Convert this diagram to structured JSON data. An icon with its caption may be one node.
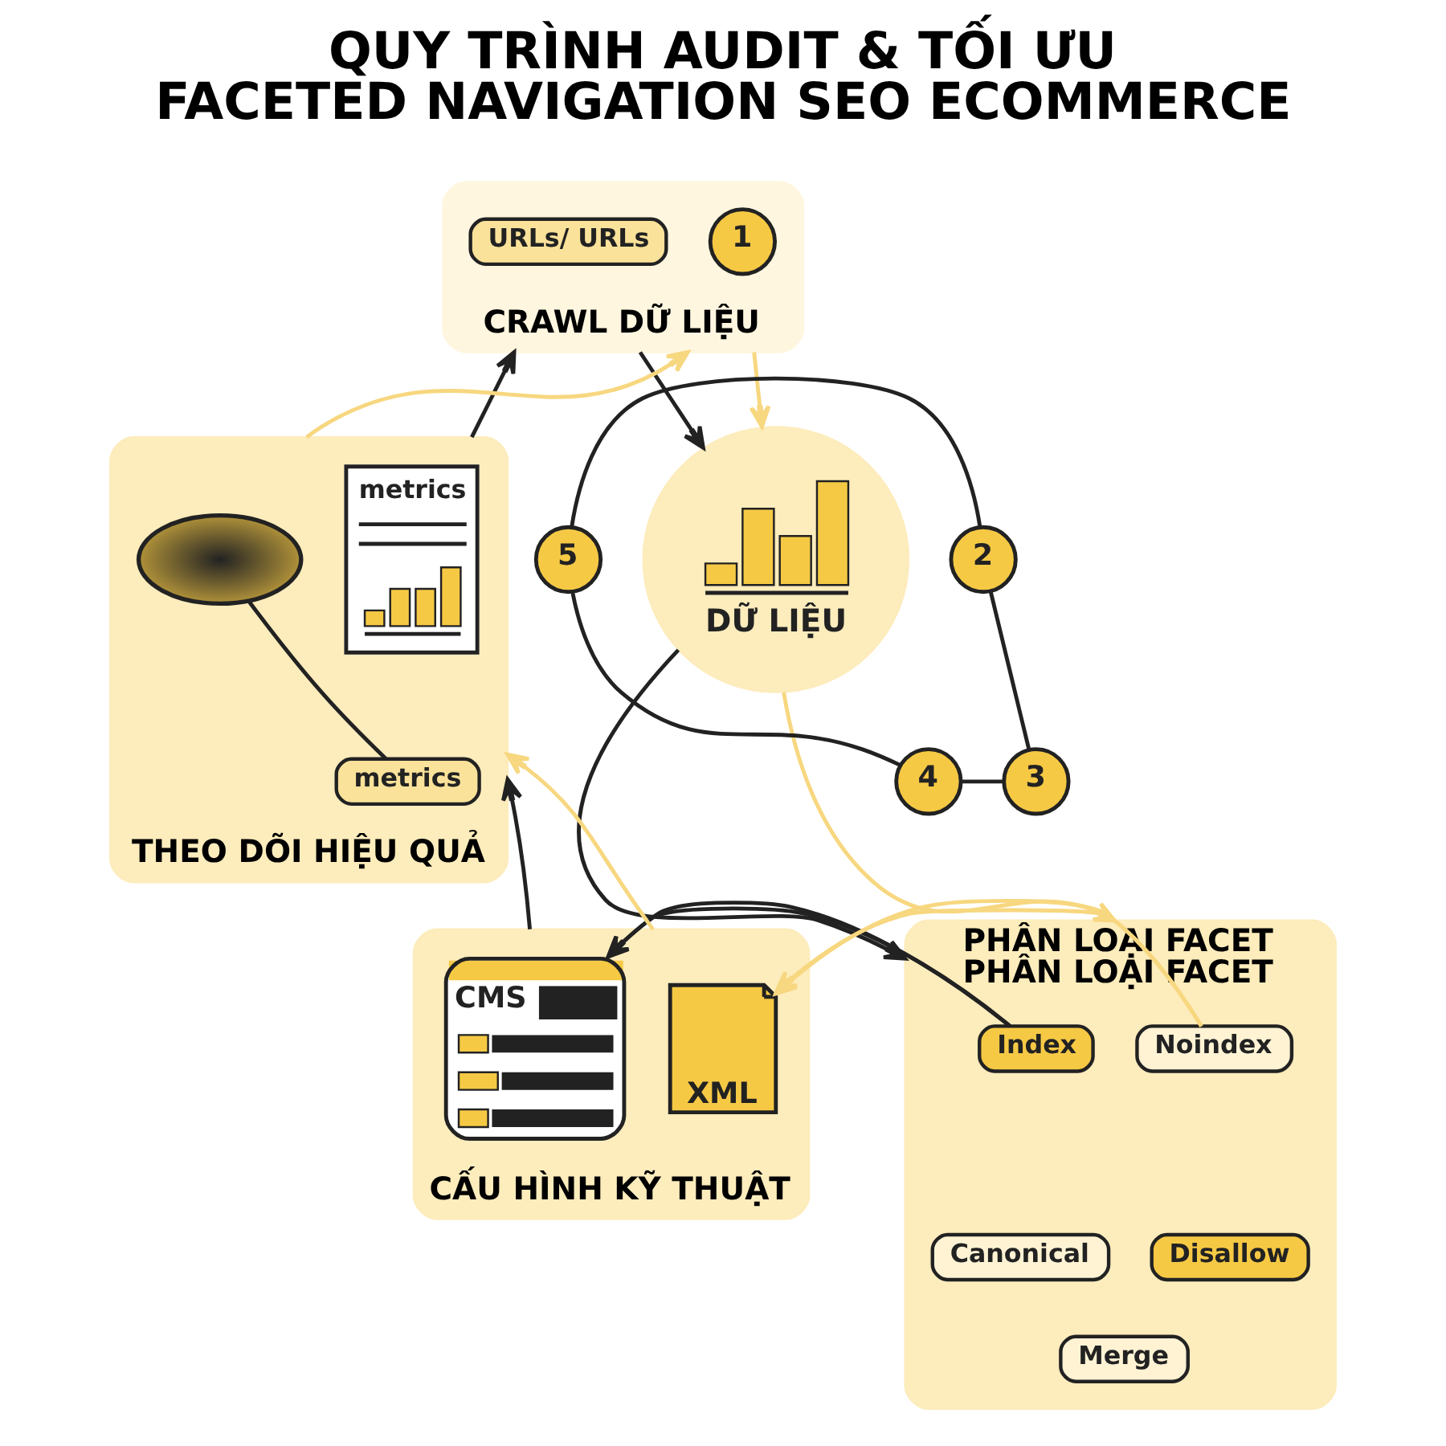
{
  "diagram": {
    "title": "QUY TRÌNH AUDIT & TỐI ƯU FACETED NAVIGATION SEO ECOMMERCE",
    "nodes": [
      {
        "text": [
          "CRAWL DỮ LIỆU"
        ]
      },
      {
        "text": [
          "URLs/ URLs"
        ],
        "in": 0
      },
      {
        "text": [
          "1"
        ],
        "in": 0
      },
      {
        "text": [
          "DỮ LIỆU"
        ]
      },
      {
        "text": [
          "2"
        ]
      },
      {
        "text": [
          "PHÂN LOẠI FACET",
          "PHÂN LOẠI FACET"
        ]
      },
      {
        "text": [
          "Index"
        ],
        "in": 5
      },
      {
        "text": [
          "Noindex"
        ],
        "in": 5
      },
      {
        "text": [
          "Canonical"
        ],
        "in": 5
      },
      {
        "text": [
          "Disallow"
        ],
        "in": 5
      },
      {
        "text": [
          "Merge"
        ],
        "in": 5
      },
      {
        "text": [
          "3"
        ]
      },
      {
        "text": [
          "CẤU HÌNH KỸ THUẬT"
        ]
      },
      {
        "text": [
          "CMS"
        ],
        "in": 12
      },
      {
        "text": [
          "XML"
        ],
        "in": 12
      },
      {
        "text": [
          "4"
        ]
      },
      {
        "text": [
          "THEO DÕI HIỆU QUẢ"
        ]
      },
      {
        "text": [
          "metrics"
        ],
        "in": 16
      },
      {
        "text": [],
        "shape": "picture",
        "in": 16
      },
      {
        "text": [
          "metrics"
        ],
        "in": 16
      },
      {
        "text": [
          "5"
        ]
      }
    ],
    "edges": [
      {
        "from": 0,
        "to": 3,
        "arrow": "to"
      },
      {
        "from": 0,
        "to": 3,
        "arrow": "to",
        "color": "#f7d77f"
      },
      {
        "from": 3,
        "to": 5,
        "arrow": "to"
      },
      {
        "from": 3,
        "to": 5,
        "arrow": "to",
        "color": "#f7d77f"
      },
      {
        "from": 5,
        "to": 12,
        "arrow": "to"
      },
      {
        "from": 5,
        "to": 12,
        "arrow": "to",
        "color": "#f7d77f"
      },
      {
        "from": 12,
        "to": 16,
        "arrow": "to"
      },
      {
        "from": 12,
        "to": 16,
        "arrow": "to",
        "color": "#f7d77f"
      },
      {
        "from": 16,
        "to": 0,
        "arrow": "to"
      },
      {
        "from": 16,
        "to": 0,
        "arrow": "to",
        "color": "#f7d77f"
      },
      {
        "from": 4,
        "to": 11,
        "arrow": "none"
      },
      {
        "from": 11,
        "to": 15,
        "arrow": "none"
      },
      {
        "from": 15,
        "to": 20,
        "arrow": "none"
      },
      {
        "from": 20,
        "to": 4,
        "arrow": "none"
      },
      {
        "from": 18,
        "to": 19,
        "arrow": "none"
      }
    ]
  }
}
